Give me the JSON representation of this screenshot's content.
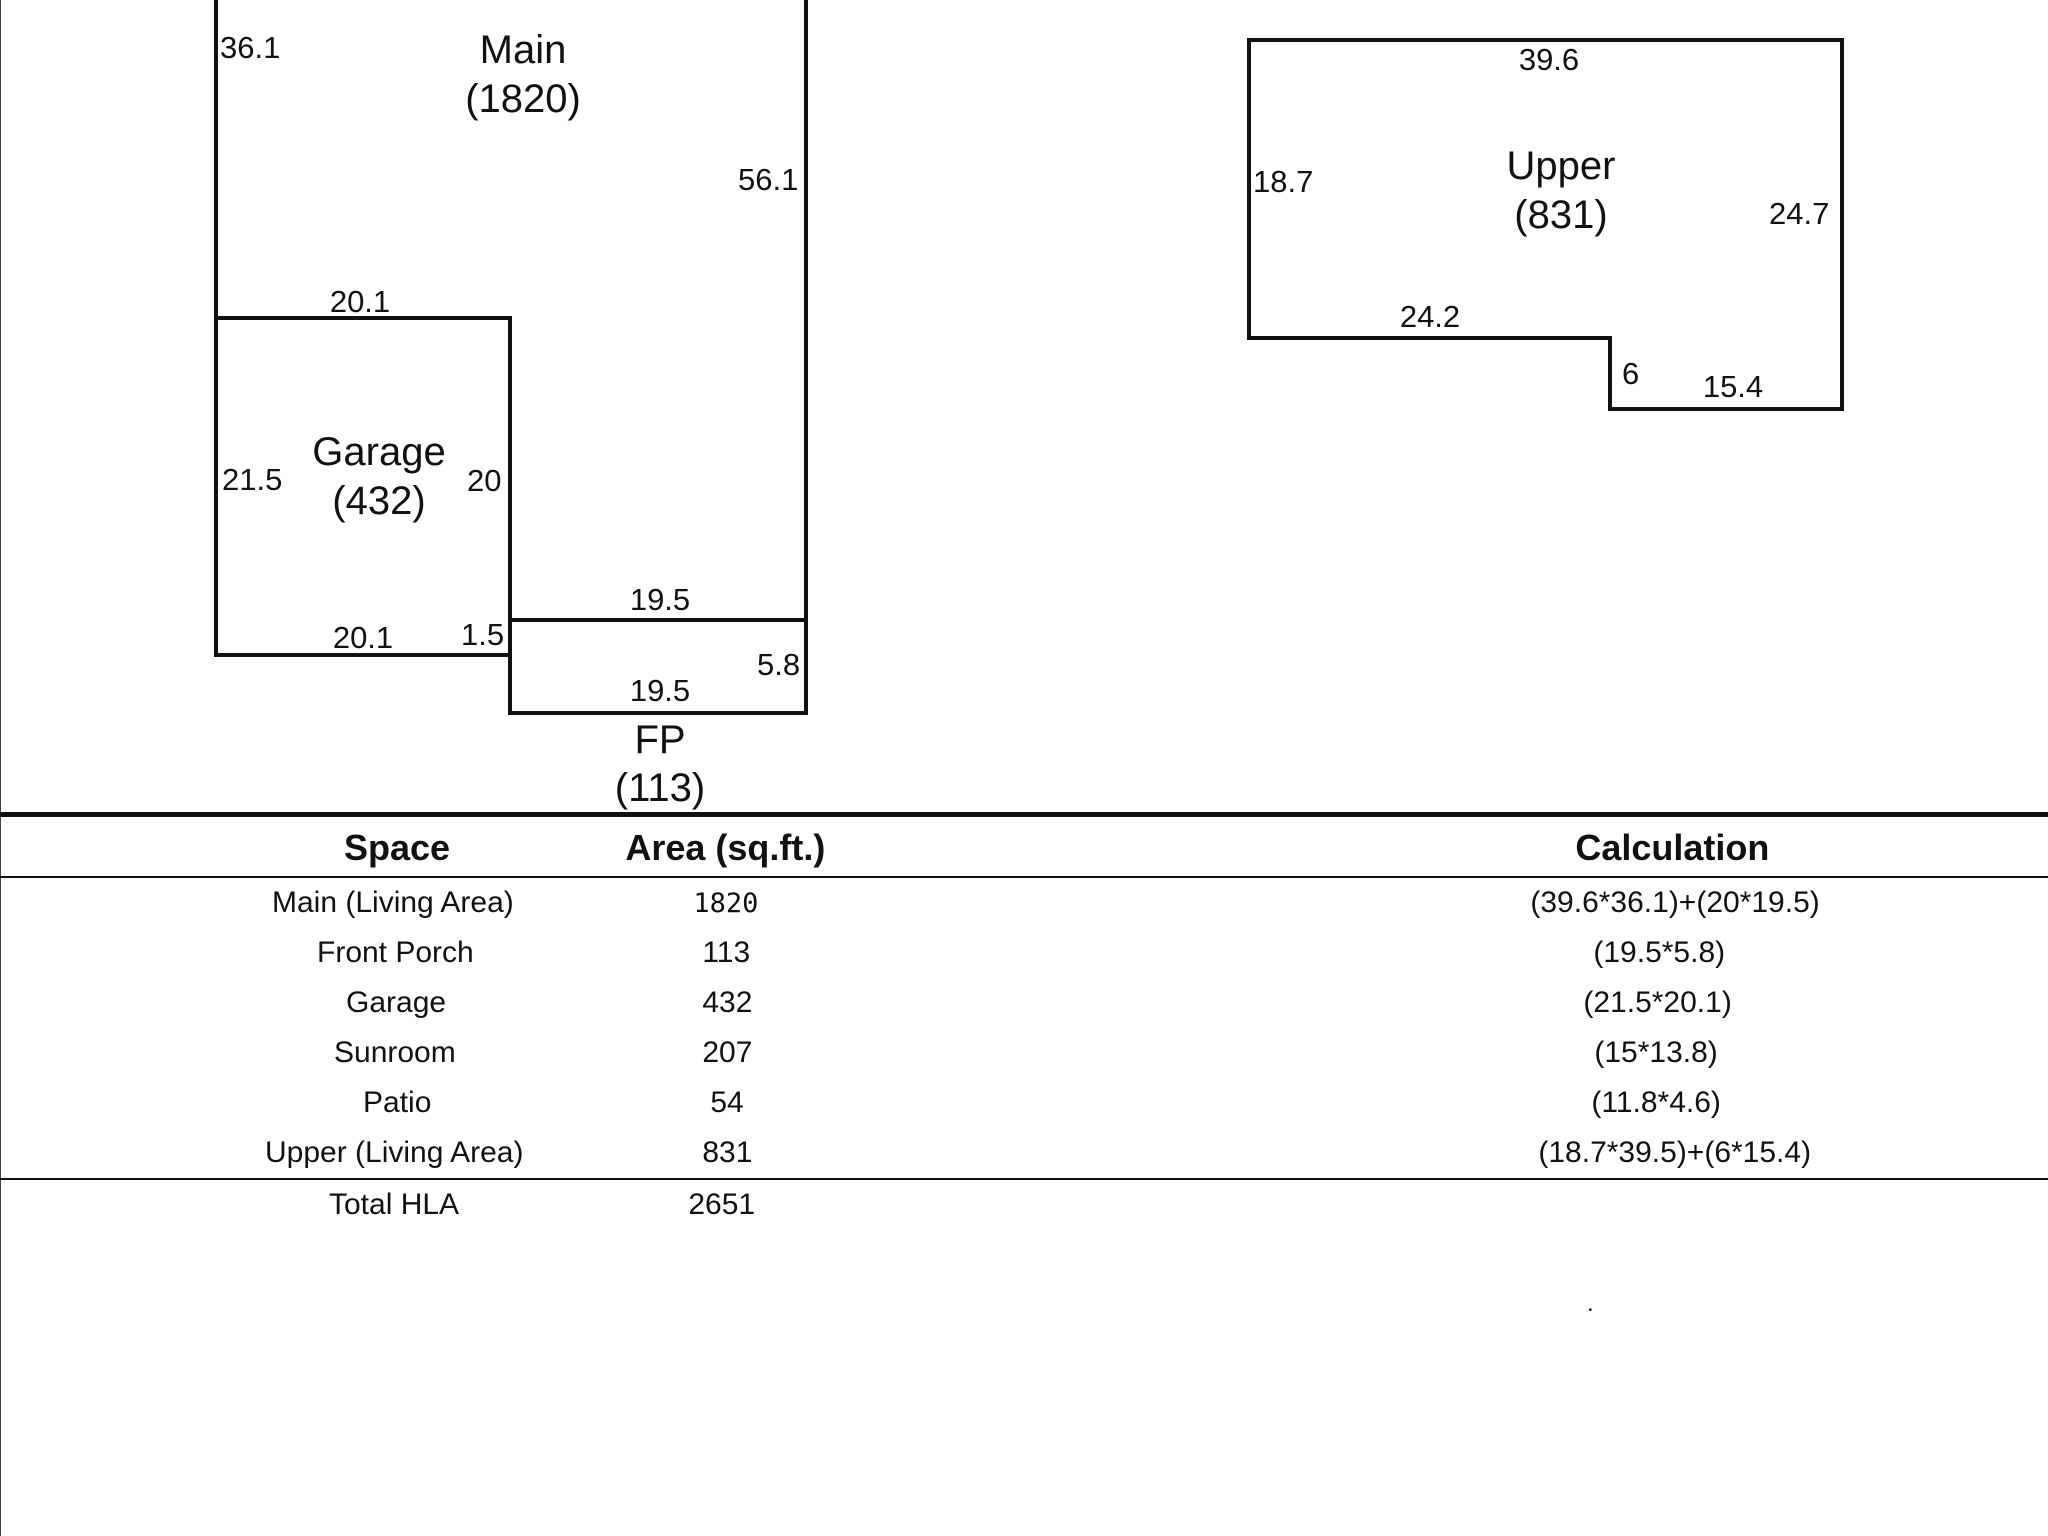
{
  "sketch": {
    "rooms": [
      {
        "name": "Main",
        "area": "(1820)"
      },
      {
        "name": "Garage",
        "area": "(432)"
      },
      {
        "name": "FP",
        "area": "(113)"
      },
      {
        "name": "Upper",
        "area": "(831)"
      }
    ],
    "dimensions": {
      "main_left": "36.1",
      "main_right": "56.1",
      "garage_top": "20.1",
      "garage_left": "21.5",
      "garage_right": "20",
      "garage_bottom": "20.1",
      "garage_step": "1.5",
      "fp_top": "19.5",
      "fp_bottom": "19.5",
      "fp_right": "5.8",
      "upper_top": "39.6",
      "upper_left": "18.7",
      "upper_right": "24.7",
      "upper_bottom_left": "24.2",
      "upper_step": "6",
      "upper_bottom_right": "15.4"
    }
  },
  "table": {
    "headers": [
      "Space",
      "Area (sq.ft.)",
      "Calculation"
    ],
    "rows": [
      {
        "space": "Main (Living Area)",
        "area": "1820",
        "calc": "(39.6*36.1)+(20*19.5)"
      },
      {
        "space": "Front Porch",
        "area": "113",
        "calc": "(19.5*5.8)"
      },
      {
        "space": "Garage",
        "area": "432",
        "calc": "(21.5*20.1)"
      },
      {
        "space": "Sunroom",
        "area": "207",
        "calc": "(15*13.8)"
      },
      {
        "space": "Patio",
        "area": "54",
        "calc": "(11.8*4.6)"
      },
      {
        "space": "Upper (Living Area)",
        "area": "831",
        "calc": "(18.7*39.5)+(6*15.4)"
      }
    ],
    "total": {
      "label": "Total HLA",
      "area": "2651"
    },
    "dot": "."
  }
}
